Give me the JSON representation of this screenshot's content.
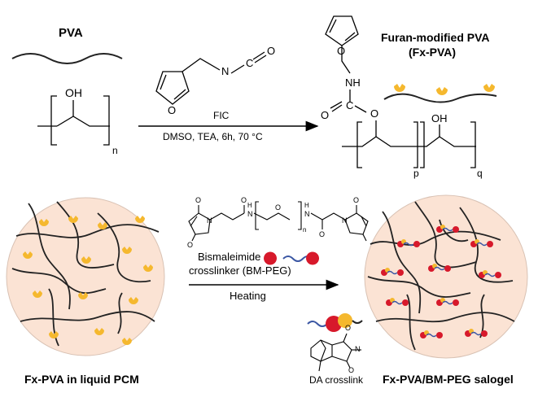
{
  "labels": {
    "pva": "PVA",
    "oh_pva": "OH",
    "n_sub": "n",
    "o_fic1": "O",
    "n_fic": "N",
    "c_fic": "C",
    "o_fic2": "O",
    "reagent_fic": "FIC",
    "conditions": "DMSO, TEA, 6h, 70 °C",
    "o_furan_prod": "O",
    "nh": "NH",
    "c_carb": "C",
    "o_carb": "O",
    "o_ester": "O",
    "oh_prod": "OH",
    "p_sub": "p",
    "q_sub": "q",
    "product_title": "Furan-modified PVA",
    "product_abbr": "(Fx-PVA)",
    "bm_o1": "O",
    "bm_o2": "O",
    "bm_o3": "O",
    "bm_o4": "O",
    "bm_o5": "O",
    "bm_n1": "N",
    "bm_n2": "N",
    "bm_nh1": "N",
    "bm_nh2": "N",
    "bm_h1": "H",
    "bm_h2": "H",
    "bm_o_peg1": "O",
    "bm_n_sub": "n",
    "crosslinker_line1": "Bismaleimide",
    "crosslinker_line2": "crosslinker (BM-PEG)",
    "heating": "Heating",
    "da_o1": "O",
    "da_o2": "O",
    "da_n": "N",
    "da_crosslink": "DA crosslink",
    "left_caption": "Fx-PVA in liquid PCM",
    "right_caption": "Fx-PVA/BM-PEG salogel"
  },
  "colors": {
    "circle_fill": "#fbe3d4",
    "circle_stroke": "#d9c2b4",
    "furan_yellow": "#f5b82e",
    "maleimide_red": "#d7192b",
    "peg_blue": "#3a56a3",
    "chain": "#222222"
  }
}
